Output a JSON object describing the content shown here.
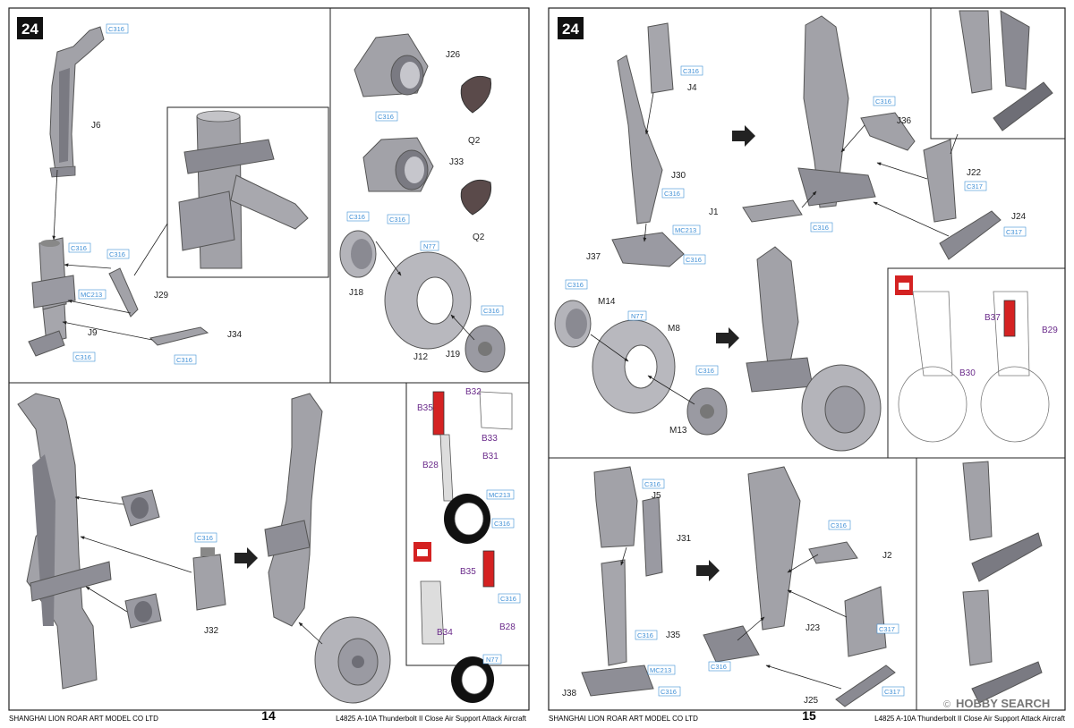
{
  "pages": [
    {
      "step": "24",
      "page_number": "14",
      "company": "SHANGHAI LION ROAR ART MODEL CO LTD",
      "product": "L4825 A-10A Thunderbolt II Close Air Support Attack Aircraft"
    },
    {
      "step": "24",
      "page_number": "15",
      "company": "SHANGHAI LION ROAR ART MODEL CO LTD",
      "product": "L4825 A-10A Thunderbolt II Close Air Support Attack Aircraft"
    }
  ],
  "watermark": {
    "brand": "HOBBY SEARCH",
    "copyright": "©"
  },
  "colors": {
    "part": "#a2a2a8",
    "part_dark": "#6e6e76",
    "paint": "#3f8fd6",
    "ref": "#6a2a8a",
    "red": "#d42222",
    "wheel": "#b4b4ba"
  },
  "labels": {
    "J6": "J6",
    "J9": "J9",
    "J29": "J29",
    "J34": "J34",
    "J26": "J26",
    "J33": "J33",
    "Q2": "Q2",
    "J18": "J18",
    "J12": "J12",
    "J19": "J19",
    "J32": "J32",
    "B35": "B35",
    "B32": "B32",
    "B33": "B33",
    "B31": "B31",
    "B28": "B28",
    "B34": "B34",
    "J4": "J4",
    "J30": "J30",
    "J37": "J37",
    "J36": "J36",
    "J1": "J1",
    "J22": "J22",
    "J24": "J24",
    "M14": "M14",
    "M8": "M8",
    "M13": "M13",
    "B37": "B37",
    "B29": "B29",
    "B30": "B30",
    "J5": "J5",
    "J31": "J31",
    "J2": "J2",
    "J35": "J35",
    "J23": "J23",
    "J38": "J38",
    "J25": "J25"
  },
  "paints": {
    "C316": "C316",
    "C317": "C317",
    "MC213": "MC213",
    "N77": "N77"
  }
}
